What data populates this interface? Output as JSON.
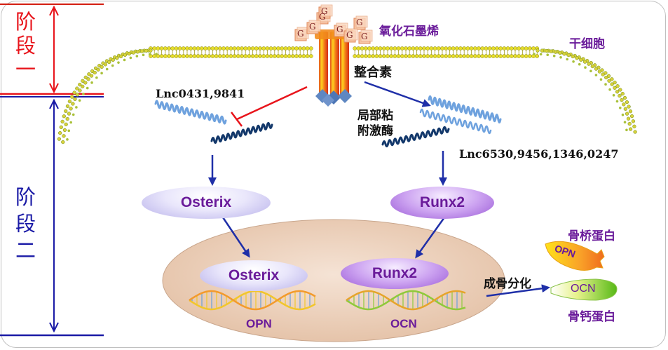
{
  "stages": {
    "stage1": [
      "阶",
      "段",
      "一"
    ],
    "stage2": [
      "阶",
      "段",
      "二"
    ]
  },
  "labels": {
    "graphene_oxide": "氧化石墨烯",
    "stem_cell": "干细胞",
    "integrin": "整合素",
    "fak_line1": "局部粘",
    "fak_line2": "附激酶",
    "lnc_left": "Lnc0431,9841",
    "lnc_right": "Lnc6530,9456,1346,0247",
    "osteogenic_diff": "成骨分化",
    "opn_protein": "骨桥蛋白",
    "ocn_protein": "骨钙蛋白"
  },
  "g_labels": [
    "G",
    "G",
    "G",
    "G",
    "G",
    "G",
    "G",
    "G"
  ],
  "transcription_factors": {
    "osterix": "Osterix",
    "runx2": "Runx2"
  },
  "genes": {
    "opn": "OPN",
    "ocn": "OCN"
  },
  "products": {
    "opn": "OPN",
    "ocn": "OCN"
  },
  "colors": {
    "stage1": "#e8141b",
    "stage2": "#1a1aa6",
    "inhibition": "#e8141b",
    "activation": "#1f2fa8",
    "nucleus": "#e9cdb6",
    "text_accent": "#6a1b9a"
  }
}
